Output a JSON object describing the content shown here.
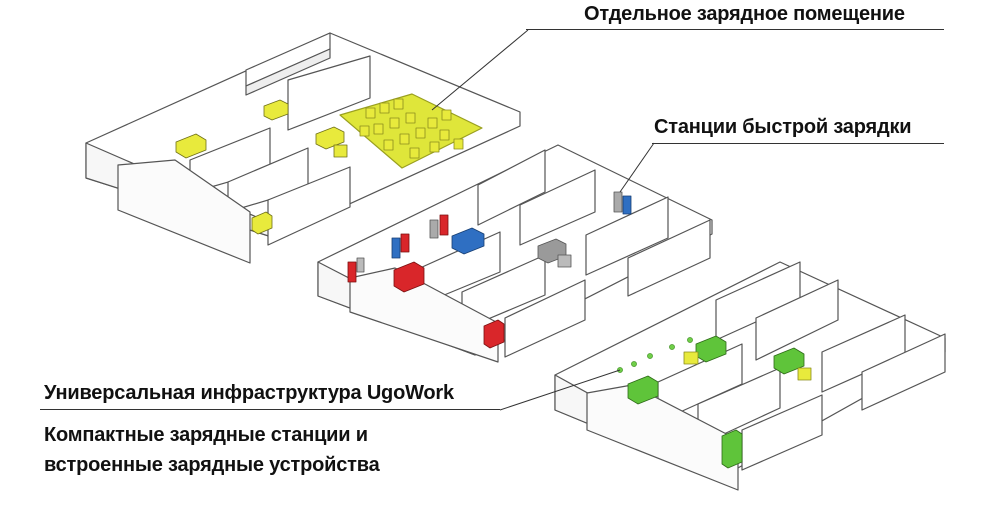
{
  "labels": {
    "separate_room": "Отдельное зарядное помещение",
    "fast_stations": "Станции быстрой зарядки",
    "universal_infra": "Универсальная инфраструктура UgoWork",
    "compact_line1": "Компактные зарядные станции и",
    "compact_line2": "встроенные зарядные устройства"
  },
  "colors": {
    "zone_yellow": "#dfe63a",
    "forklift_yellow": "#e8ea3c",
    "forklift_red": "#d9262a",
    "forklift_blue": "#2f6fc2",
    "forklift_grey": "#9a9a9a",
    "forklift_green": "#5fc43a",
    "outline": "#555555"
  }
}
